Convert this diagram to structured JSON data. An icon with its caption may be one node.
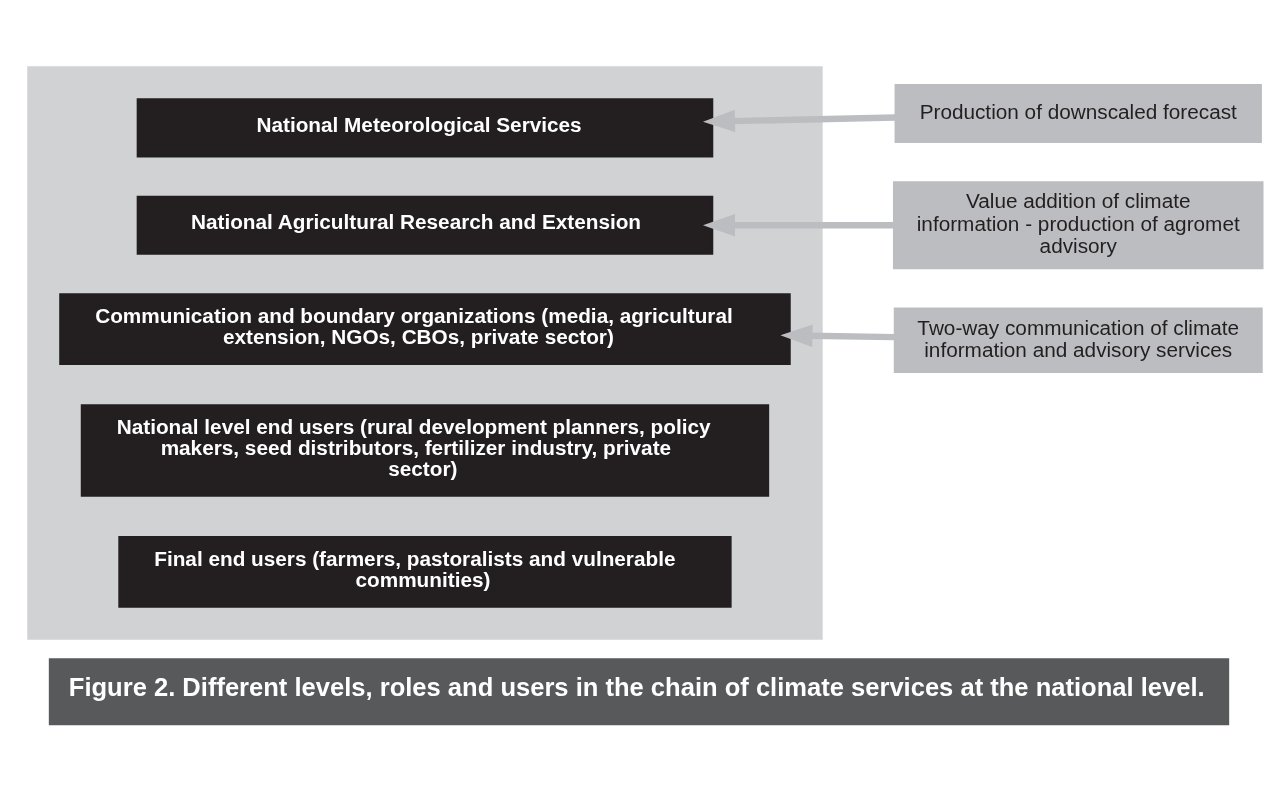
{
  "diagram": {
    "caption": "Figure 2. Different levels, roles and users in the chain of climate services at the national level.",
    "nodes": [
      {
        "text": [],
        "shape": "triangle"
      },
      {
        "text": [
          "National Meteorological Services"
        ],
        "in": 0
      },
      {
        "text": [
          "National Agricultural Research and Extension"
        ],
        "in": 0
      },
      {
        "text": [
          "Communication and boundary organizations (media, agricultural extension, NGOs, CBOs, private sector)"
        ],
        "in": 0
      },
      {
        "text": [
          "National level end users (rural development planners, policy makers, seed distributors, fertilizer industry, private sector)"
        ],
        "in": 0
      },
      {
        "text": [
          "Final end users (farmers, pastoralists and vulnerable communities)"
        ],
        "in": 0
      },
      {
        "text": [
          "Production of downscaled forecast"
        ]
      },
      {
        "text": [
          "Value addition of climate information - production of agromet advisory"
        ]
      },
      {
        "text": [
          "Two-way communication of climate information and advisory services"
        ]
      }
    ],
    "edges": [
      {
        "from": 6,
        "to": 1,
        "arrow": "to"
      },
      {
        "from": 7,
        "to": 2,
        "arrow": "to"
      },
      {
        "from": 8,
        "to": 3,
        "arrow": "to"
      }
    ]
  }
}
